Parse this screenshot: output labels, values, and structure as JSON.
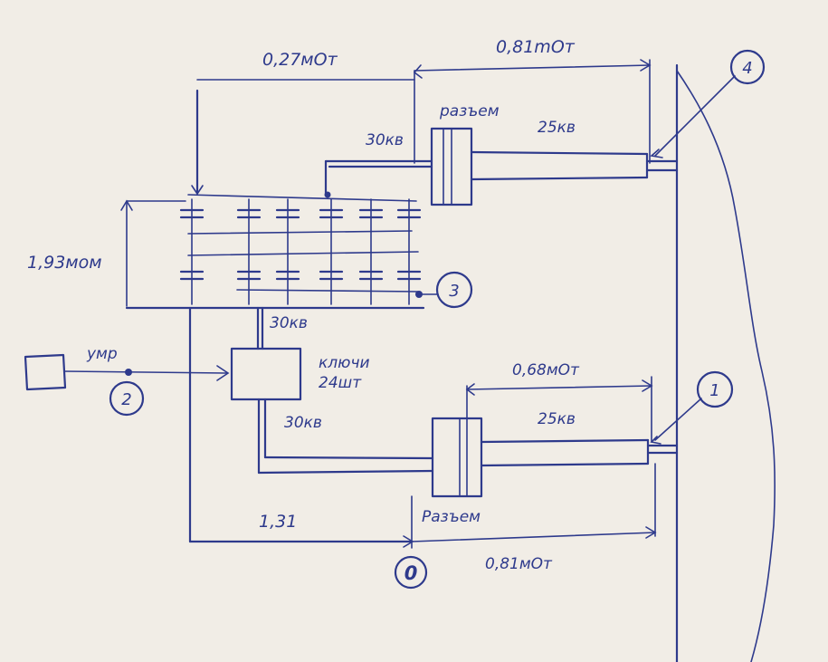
{
  "dimensions": {
    "top_left": "0,27мОт",
    "top_right": "0,81mOт",
    "left_vertical": "1,93мом",
    "mid_right": "0,68мОт",
    "bottom_left": "1,31",
    "bottom_right": "0,81мОт"
  },
  "voltages": {
    "top_connector_left": "30кв",
    "top_cable": "25кв",
    "key_upper": "30кв",
    "key_lower": "30кв",
    "bottom_cable": "25кв"
  },
  "components": {
    "top_connector": "разъем",
    "bottom_connector": "Разъем",
    "key_line1": "ключи",
    "key_line2": "24шт",
    "control": "умр"
  },
  "nodes": {
    "n0": "0",
    "n1": "1",
    "n2": "2",
    "n3": "3",
    "n4": "4"
  },
  "colors": {
    "ink": "#2e3a8c",
    "paper": "#f1ede6"
  }
}
